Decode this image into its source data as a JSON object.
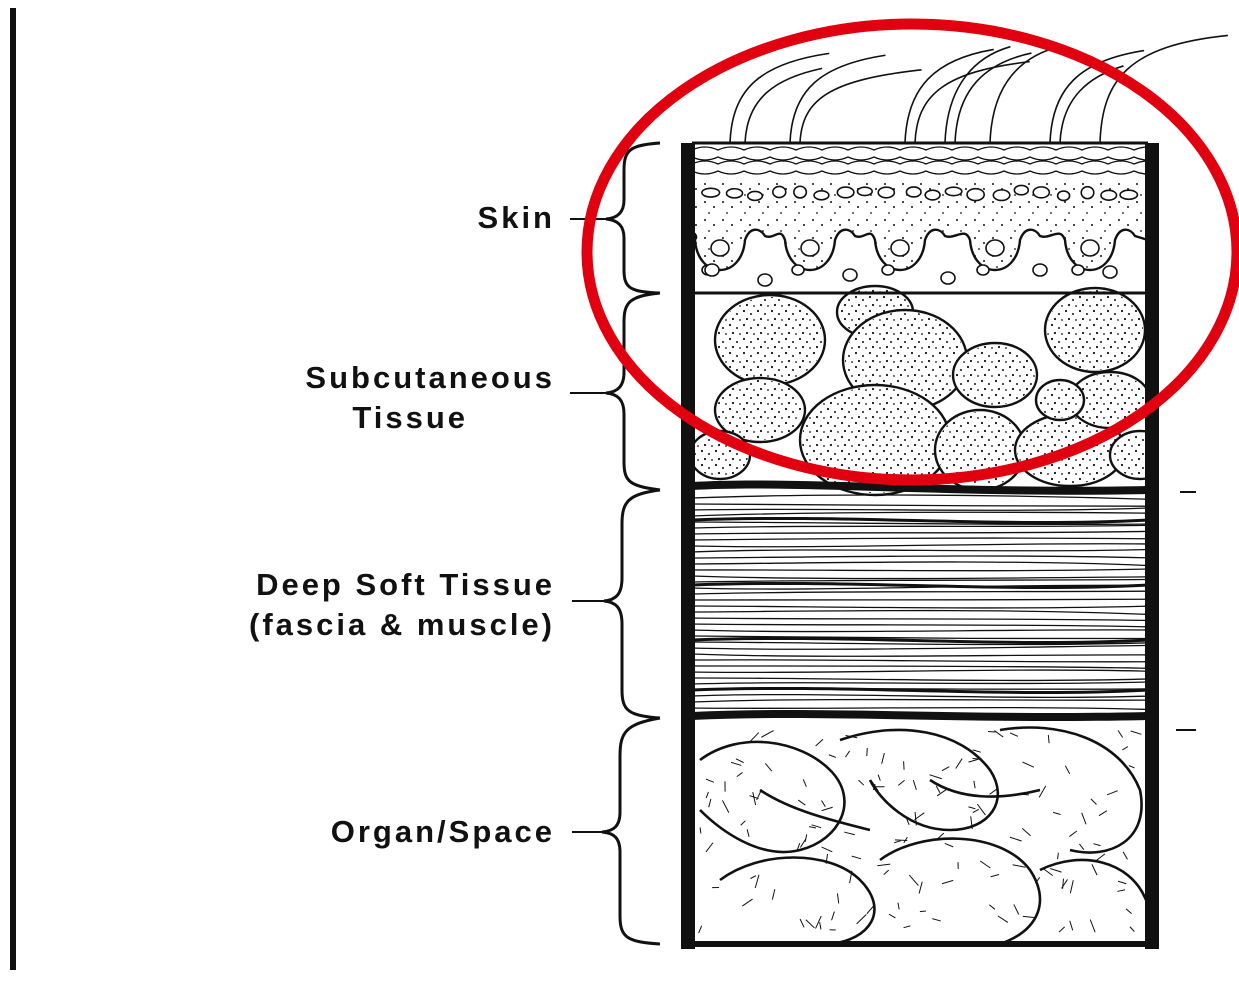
{
  "layers": [
    {
      "label_lines": [
        "Skin"
      ]
    },
    {
      "label_lines": [
        "Subcutaneous",
        "Tissue"
      ]
    },
    {
      "label_lines": [
        "Deep Soft Tissue",
        "(fascia & muscle)"
      ]
    },
    {
      "label_lines": [
        "Organ/Space"
      ]
    }
  ],
  "colors": {
    "ink": "#111111",
    "highlight_ring": "#e0000f",
    "background": "#ffffff"
  },
  "highlight": {
    "shape": "ellipse",
    "covers_layers": [
      "Skin",
      "Subcutaneous Tissue"
    ]
  }
}
